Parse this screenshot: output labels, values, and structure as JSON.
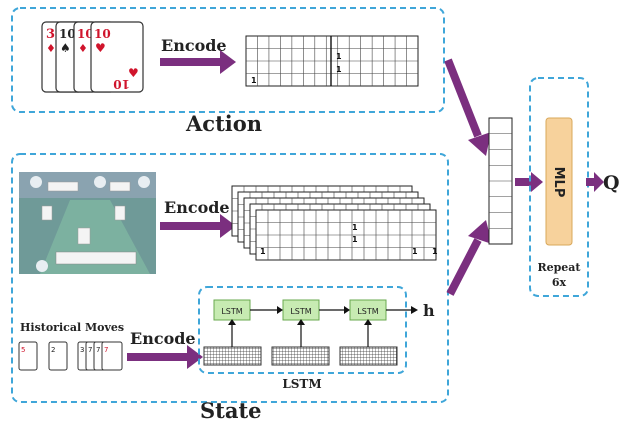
{
  "action_section": {
    "title": "Action",
    "encode_label": "Encode",
    "cards": [
      "3",
      "10",
      "10",
      "10"
    ],
    "matrix_ones": [
      "1",
      "1",
      "1"
    ]
  },
  "state_section": {
    "title": "State",
    "encode_label_top": "Encode",
    "encode_label_bottom": "Encode",
    "historical_moves_label": "Historical Moves",
    "stack_ones": [
      "1",
      "1",
      "1",
      "1",
      "1"
    ],
    "lstm_caption": "LSTM",
    "lstm_cells": [
      "LSTM",
      "LSTM",
      "LSTM"
    ],
    "hidden_output": "h"
  },
  "model": {
    "mlp_label": "MLP",
    "repeat_label": "Repeat",
    "repeat_count": "6x",
    "output_label": "Q"
  },
  "colors": {
    "dashed_border": "#3fa6d9",
    "arrow": "#7b2f7f",
    "lstm_fill": "#c7ebb2",
    "lstm_stroke": "#6aa84f",
    "mlp_fill": "#f7d29c",
    "mlp_stroke": "#d9a85a",
    "card_red": "#d0142c"
  }
}
